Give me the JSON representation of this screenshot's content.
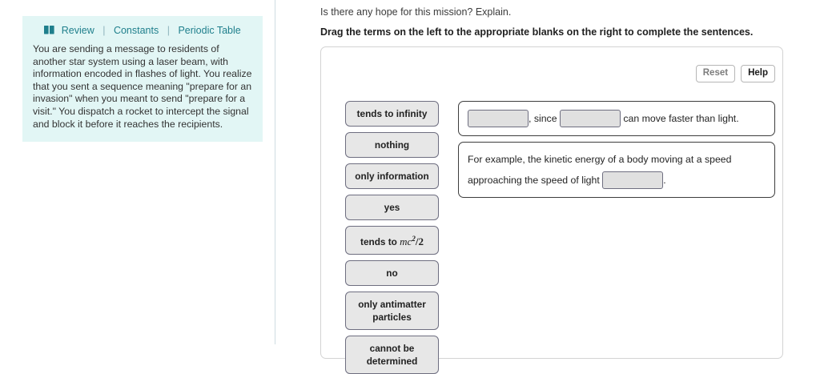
{
  "sidebar": {
    "icon_name": "book-icon",
    "links": [
      {
        "label": "Review"
      },
      {
        "label": "Constants"
      },
      {
        "label": "Periodic Table"
      }
    ],
    "separator": "|",
    "problem_statement": "You are sending a message to residents of another star system using a laser beam, with information encoded in flashes of light. You realize that you sent a sequence meaning \"prepare for an invasion\" when you meant to send \"prepare for a visit.\" You dispatch a rocket to intercept the signal and block it before it reaches the recipients.",
    "panel_background": "#e2f6f5",
    "link_color": "#1f7f8c"
  },
  "main": {
    "question_prompt": "Is there any hope for this mission? Explain.",
    "drag_instruction": "Drag the terms on the left to the appropriate blanks on the right to complete the sentences.",
    "toolbar": {
      "reset_label": "Reset",
      "help_label": "Help"
    },
    "terms": [
      {
        "label": "tends to infinity",
        "math": false
      },
      {
        "label": "nothing",
        "math": false
      },
      {
        "label": "only information",
        "math": false
      },
      {
        "label": "yes",
        "math": false
      },
      {
        "label": "tends to mc2/2",
        "math": true,
        "prefix": "tends to ",
        "base": "mc",
        "exponent": "2",
        "suffix": "/2"
      },
      {
        "label": "no",
        "math": false
      },
      {
        "label": "only antimatter particles",
        "math": false
      },
      {
        "label": "cannot be determined",
        "math": false
      }
    ],
    "sentences": [
      {
        "id": "sentence-1",
        "segments": [
          {
            "type": "blank",
            "value": ""
          },
          {
            "type": "text",
            "value": ", since "
          },
          {
            "type": "blank",
            "value": ""
          },
          {
            "type": "text",
            "value": " can move faster than light."
          }
        ]
      },
      {
        "id": "sentence-2",
        "line1": "For example, the kinetic energy of a body moving at a speed",
        "line2_before": "approaching the speed of light ",
        "line2_after": "."
      }
    ]
  }
}
